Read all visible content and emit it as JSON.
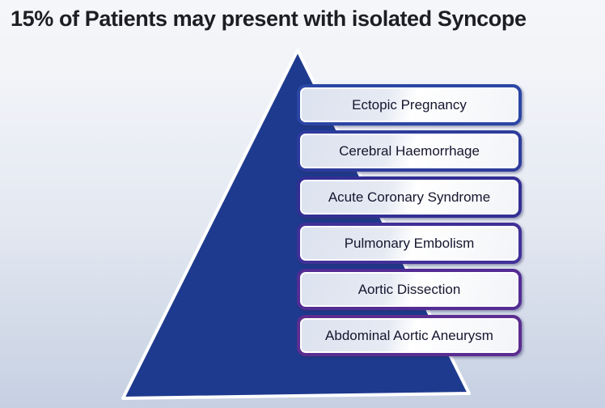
{
  "slide": {
    "title": "15% of Patients may present with isolated Syncope",
    "title_color": "#1d1d23",
    "background": {
      "top": "#f4f6f9",
      "bottom": "#c6d0e2"
    },
    "pyramid": {
      "fill": "#1e3a8e",
      "stroke": "#ffffff"
    },
    "items": [
      {
        "label": "Ectopic Pregnancy",
        "border_color": "#2b46a4"
      },
      {
        "label": "Cerebral Haemorrhage",
        "border_color": "#2d3c9c"
      },
      {
        "label": "Acute Coronary Syndrome",
        "border_color": "#332f94"
      },
      {
        "label": "Pulmonary Embolism",
        "border_color": "#413098"
      },
      {
        "label": "Aortic Dissection",
        "border_color": "#532c94"
      },
      {
        "label": "Abdominal Aortic Aneurysm",
        "border_color": "#5c2d90"
      }
    ]
  }
}
